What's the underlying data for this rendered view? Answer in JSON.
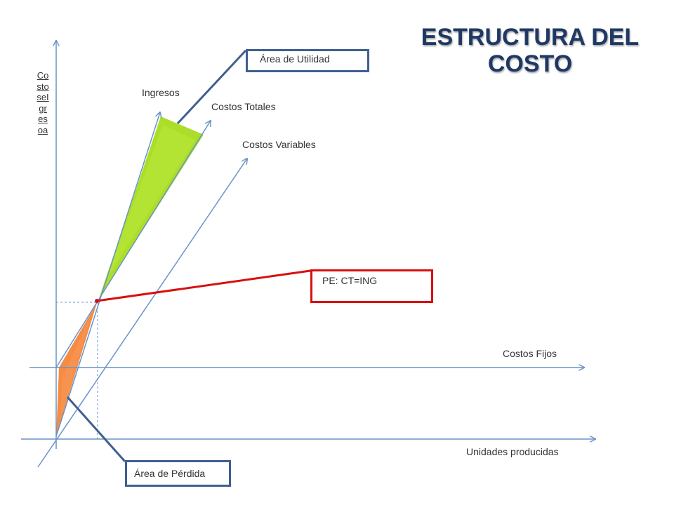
{
  "title": "ESTRUCTURA DEL COSTO",
  "labels": {
    "ingresos": "Ingresos",
    "costos_totales": "Costos Totales",
    "costos_variables": "Costos Variables",
    "costos_fijos": "Costos Fijos",
    "unidades_producidas": "Unidades producidas"
  },
  "axis_y_label": "CostoseIgresoa",
  "callouts": {
    "utilidad": "Área de Utilidad",
    "perdida": "Área de Pérdida",
    "pe": "PE: CT=ING"
  },
  "colors": {
    "title": "#1f3864",
    "axis": "#6a93c9",
    "profit_area": "#a6dc1e",
    "loss_area": "#f5853a",
    "pe_callout": "#d90f0f",
    "callout_border": "#3f5f8f"
  }
}
